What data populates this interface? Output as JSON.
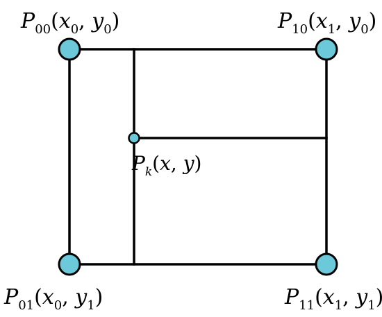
{
  "colors": {
    "line": "#000000",
    "node_fill": "#6cc9da",
    "background": "#ffffff"
  },
  "labels": {
    "p00": {
      "base": "P",
      "sub": "00",
      "open": "(",
      "v1": "x",
      "v1_sub": "0",
      "sep": ", ",
      "v2": "y",
      "v2_sub": "0",
      "close": ")"
    },
    "p10": {
      "base": "P",
      "sub": "10",
      "open": "(",
      "v1": "x",
      "v1_sub": "1",
      "sep": ", ",
      "v2": "y",
      "v2_sub": "0",
      "close": ")"
    },
    "pk": {
      "base": "P",
      "sub": "k",
      "open": "(",
      "v1": "x",
      "sep": ", ",
      "v2": "y",
      "close": ")"
    },
    "p01": {
      "base": "P",
      "sub": "01",
      "open": "(",
      "v1": "x",
      "v1_sub": "0",
      "sep": ", ",
      "v2": "y",
      "v2_sub": "1",
      "close": ")"
    },
    "p11": {
      "base": "P",
      "sub": "11",
      "open": "(",
      "v1": "x",
      "v1_sub": "1",
      "sep": ", ",
      "v2": "y",
      "v2_sub": "1",
      "close": ")"
    }
  }
}
